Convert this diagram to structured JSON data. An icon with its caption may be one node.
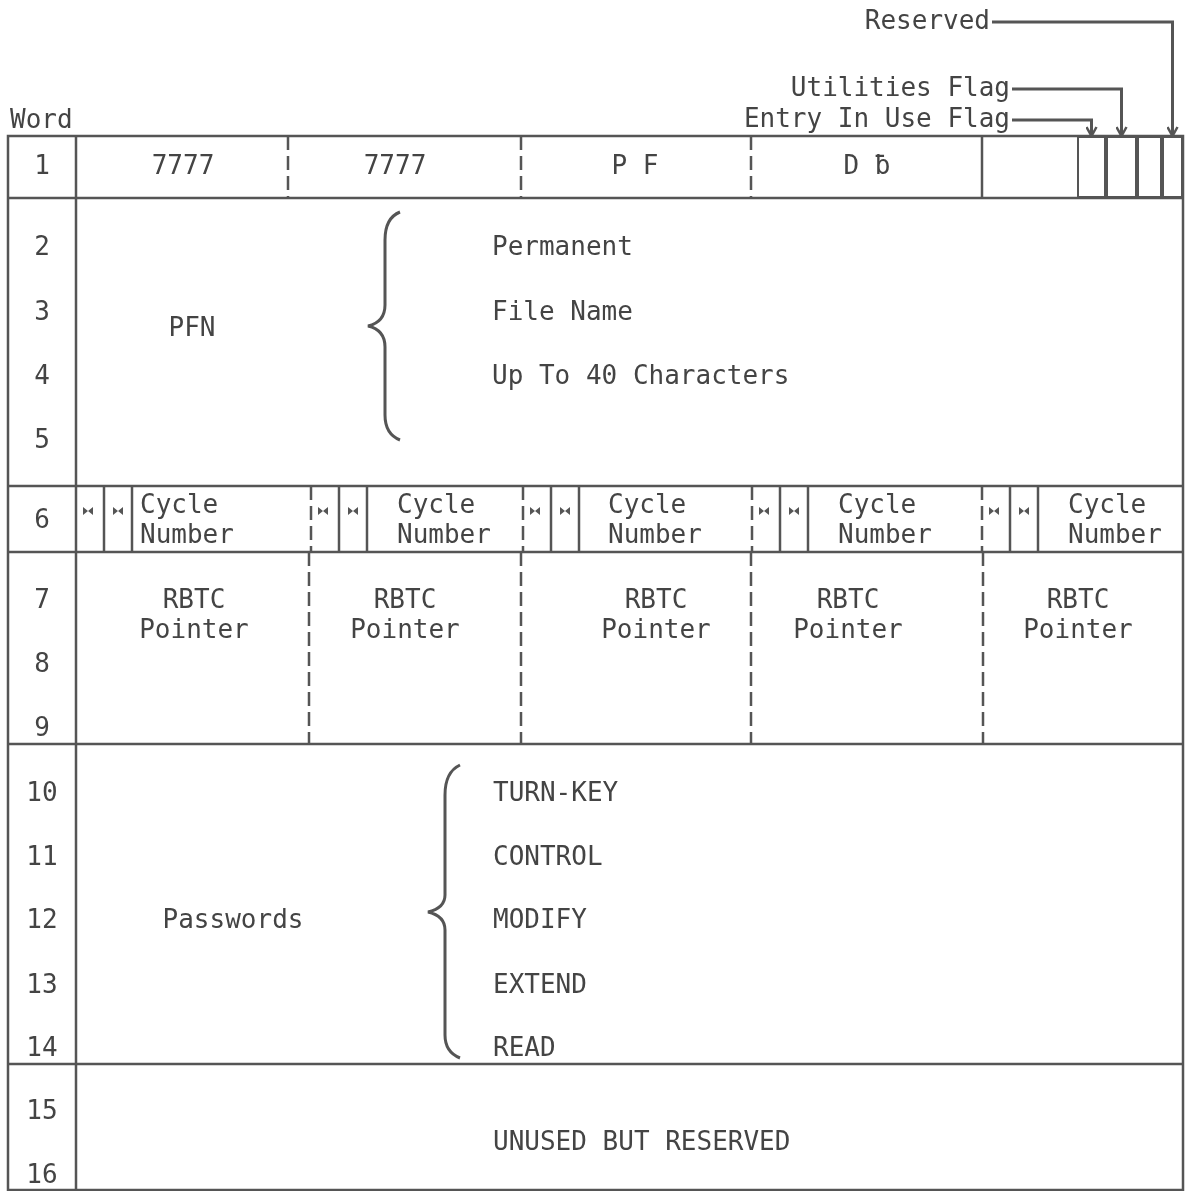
{
  "diagram": {
    "nodes": [
      {
        "text": [
          "Reserved"
        ]
      },
      {
        "text": [
          "Utilities Flag"
        ]
      },
      {
        "text": [
          "Entry In Use Flag"
        ]
      },
      {
        "text": [],
        "shape": "box"
      },
      {
        "text": [],
        "shape": "box"
      },
      {
        "text": [],
        "shape": "box"
      },
      {
        "text": [],
        "shape": "box"
      }
    ],
    "edges": [
      {
        "from": 2,
        "to": 3,
        "arrow": "to"
      },
      {
        "from": 1,
        "to": 4,
        "arrow": "to"
      },
      {
        "from": 0,
        "to": 6,
        "arrow": "to"
      }
    ],
    "labels": [
      "Word",
      "1",
      "7777",
      "7777",
      "P F",
      "D ƀ",
      "2",
      "Permanent",
      "3",
      "PFN",
      "File Name",
      "4",
      "Up To 40 Characters",
      "5",
      "6",
      "Cycle Number",
      "Cycle Number",
      "Cycle Number",
      "Cycle Number",
      "Cycle Number",
      "7",
      "RBTC Pointer",
      "RBTC Pointer",
      "RBTC Pointer",
      "RBTC Pointer",
      "RBTC Pointer",
      "8",
      "9",
      "10",
      "TURN-KEY",
      "11",
      "CONTROL",
      "12",
      "Passwords",
      "MODIFY",
      "13",
      "EXTEND",
      "14",
      "READ",
      "15",
      "UNUSED BUT RESERVED",
      "16"
    ]
  }
}
